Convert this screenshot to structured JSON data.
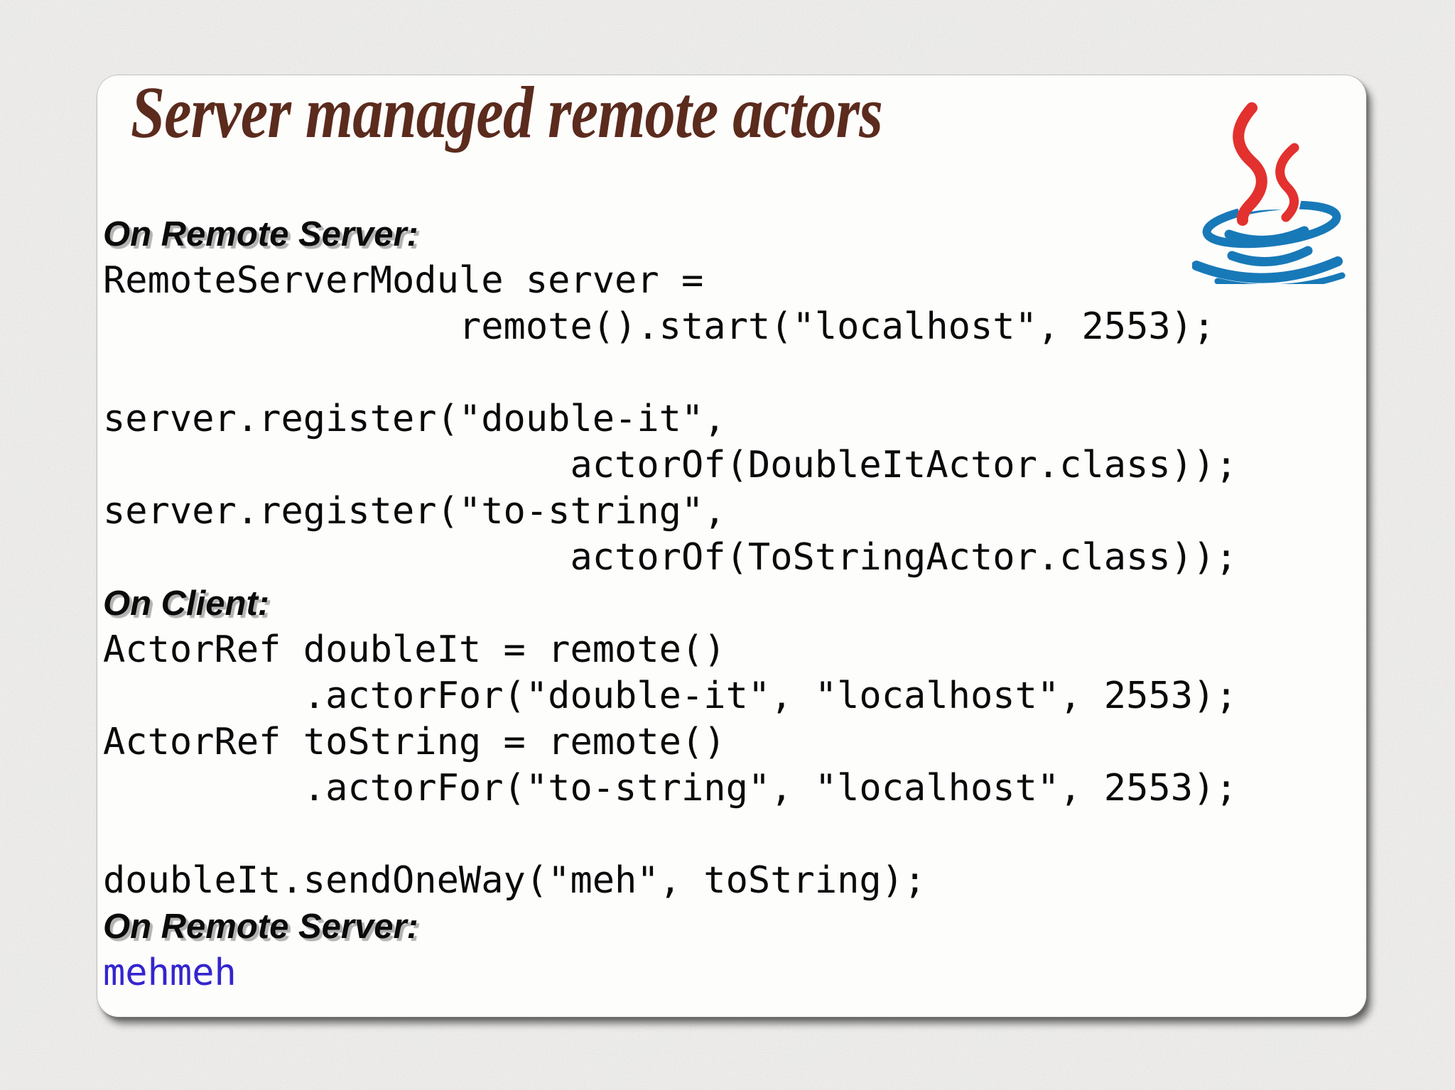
{
  "slide": {
    "title": "Server managed remote actors",
    "logo_icon": "java-logo",
    "colors": {
      "background": "#edecea",
      "card": "#fdfdfc",
      "title": "#5b2b1d",
      "label": "#0b0b0b",
      "code": "#0a0a0a",
      "output": "#3425cd",
      "java_red": "#e2312e",
      "java_blue": "#1879b8",
      "speckle": "#b8b8b6"
    },
    "lines": [
      {
        "type": "label",
        "text": "On Remote Server:"
      },
      {
        "type": "code",
        "text": "RemoteServerModule server ="
      },
      {
        "type": "code",
        "text": "                remote().start(\"localhost\", 2553);"
      },
      {
        "type": "code",
        "text": ""
      },
      {
        "type": "code",
        "text": "server.register(\"double-it\","
      },
      {
        "type": "code",
        "text": "                     actorOf(DoubleItActor.class));"
      },
      {
        "type": "code",
        "text": "server.register(\"to-string\","
      },
      {
        "type": "code",
        "text": "                     actorOf(ToStringActor.class));"
      },
      {
        "type": "label",
        "text": "On Client:"
      },
      {
        "type": "code",
        "text": "ActorRef doubleIt = remote()"
      },
      {
        "type": "code",
        "text": "         .actorFor(\"double-it\", \"localhost\", 2553);"
      },
      {
        "type": "code",
        "text": "ActorRef toString = remote()"
      },
      {
        "type": "code",
        "text": "         .actorFor(\"to-string\", \"localhost\", 2553);"
      },
      {
        "type": "code",
        "text": ""
      },
      {
        "type": "code",
        "text": "doubleIt.sendOneWay(\"meh\", toString);"
      },
      {
        "type": "label",
        "text": "On Remote Server:"
      },
      {
        "type": "output",
        "text": "mehmeh"
      }
    ]
  }
}
